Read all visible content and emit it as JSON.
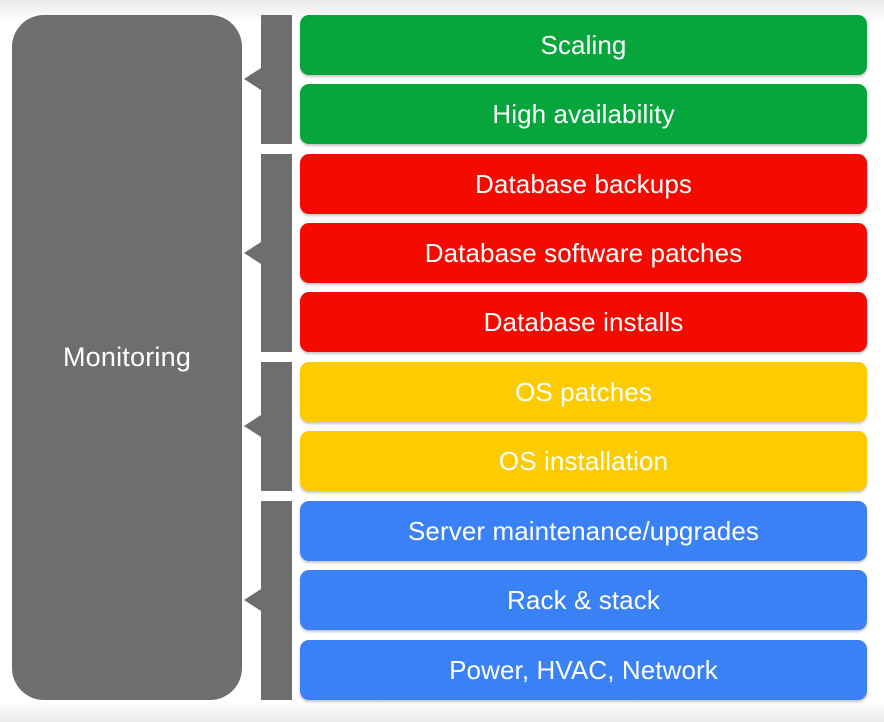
{
  "monitoring": {
    "label": "Monitoring",
    "color": "#6e6e6e"
  },
  "colors": {
    "green": "#07a63d",
    "red": "#f50a00",
    "yellow": "#fccc00",
    "blue": "#3a81f5",
    "bracket": "#6e6e6e"
  },
  "layers": [
    {
      "label": "Scaling",
      "group": "green"
    },
    {
      "label": "High availability",
      "group": "green"
    },
    {
      "label": "Database backups",
      "group": "red"
    },
    {
      "label": "Database software patches",
      "group": "red"
    },
    {
      "label": "Database installs",
      "group": "red"
    },
    {
      "label": "OS patches",
      "group": "yellow"
    },
    {
      "label": "OS installation",
      "group": "yellow"
    },
    {
      "label": "Server maintenance/upgrades",
      "group": "blue"
    },
    {
      "label": "Rack & stack",
      "group": "blue"
    },
    {
      "label": "Power, HVAC, Network",
      "group": "blue"
    }
  ]
}
